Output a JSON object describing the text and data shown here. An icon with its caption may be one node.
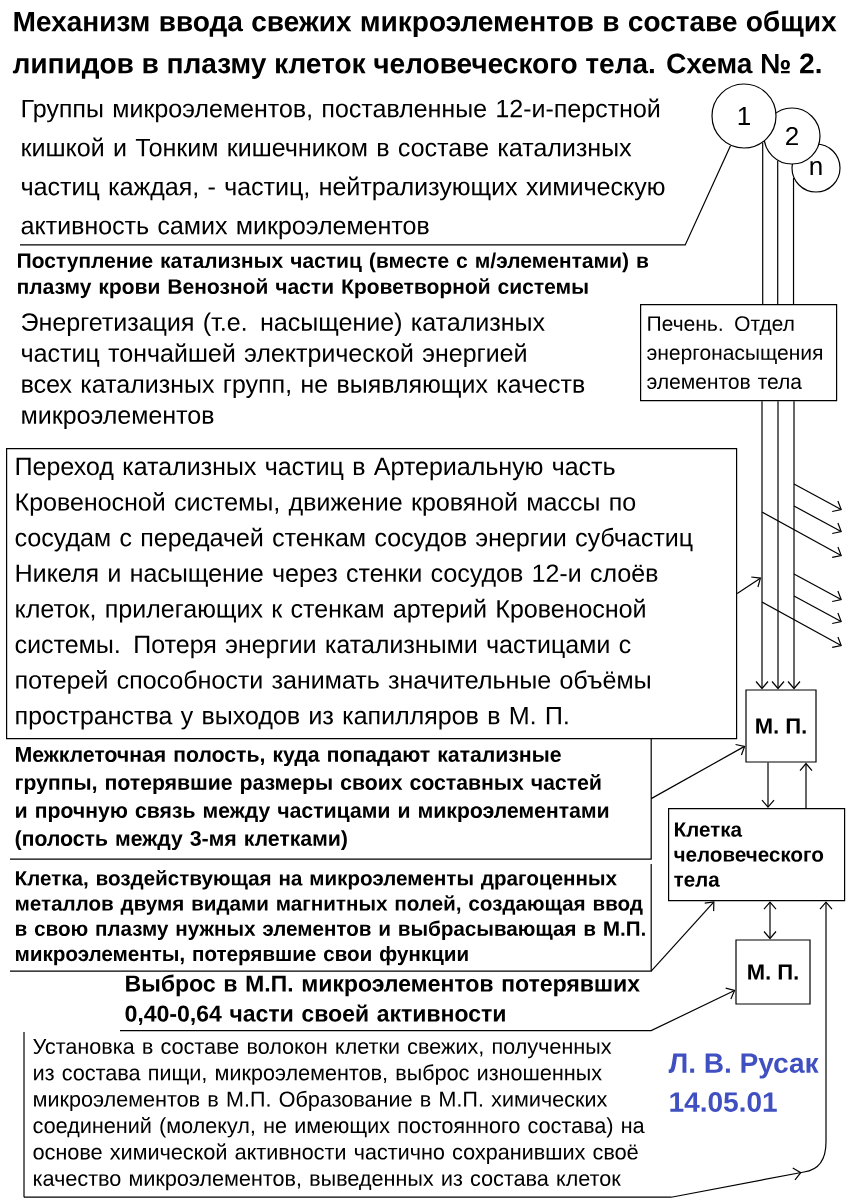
{
  "diagram": {
    "title": "Механизм ввода свежих микроэлементов в составе общих липидов в плазму клеток человеческого тела. Схема № 2.",
    "nodes": [
      {
        "text": [
          "Группы микроэлементов, поставленные 12-и-перстной кишкой и Тонким кишечником в составе катализных частиц каждая, - частиц, нейтрализующих химическую активность самих микроэлементов"
        ]
      },
      {
        "text": [
          "1"
        ]
      },
      {
        "text": [
          "2"
        ]
      },
      {
        "text": [
          "n"
        ]
      },
      {
        "text": [
          "Печень. Отдел энергонасыщения элементов тела"
        ]
      },
      {
        "text": [
          "Переход катализных частиц в Артериальную часть Кровеносной системы, движение кровяной массы по сосудам с передачей стенкам сосудов энергии субчастиц Никеля и насыщение через стенки сосудов 12-и слоёв клеток, прилегающих к стенкам артерий Кровеносной системы. Потеря энергии катализными частицами с потерей способности занимать значительные объёмы пространства у выходов из капилляров в М. П."
        ]
      },
      {
        "text": [
          "М. П."
        ]
      },
      {
        "text": [
          "Межклеточная полость, куда попадают катализные группы, потерявшие размеры своих составных частей и прочную связь между частицами и микроэлементами (полость между 3-мя клетками)"
        ]
      },
      {
        "text": [
          "Клетка человеческого тела"
        ]
      },
      {
        "text": [
          "Клетка, воздействующая на микроэлементы драгоценных металлов двумя видами магнитных полей, создающая ввод в свою плазму нужных элементов и выбрасывающая в М.П. микроэлементы, потерявшие свои функции"
        ]
      },
      {
        "text": [
          "М. П."
        ]
      },
      {
        "text": [
          "Выброс в М.П. микроэлементов потерявших 0,40-0,64 части своей активности"
        ]
      },
      {
        "text": [
          "Установка в составе волокон клетки свежих, полученных из состава пищи, микроэлементов, выброс изношенных микроэлементов в М.П. Образование в М.П. химических соединений (молекул, не имеющих постоянного состава) на основе химической активности частично сохранивших своё качество микроэлементов, выведенных из состава клеток"
        ]
      }
    ],
    "edges": [
      {
        "from": 0,
        "to": 1,
        "arrow": "none"
      },
      {
        "from": 1,
        "to": 4,
        "arrow": "none"
      },
      {
        "from": 2,
        "to": 4,
        "arrow": "none"
      },
      {
        "from": 3,
        "to": 4,
        "arrow": "none"
      },
      {
        "from": 4,
        "to": 6,
        "arrow": "to"
      },
      {
        "from": 4,
        "to": 6,
        "arrow": "to"
      },
      {
        "from": 4,
        "to": 6,
        "arrow": "to"
      },
      {
        "from": 5,
        "to": null,
        "arrow": "to"
      },
      {
        "from": 7,
        "to": 6,
        "arrow": "to"
      },
      {
        "from": 6,
        "to": 8,
        "arrow": "to"
      },
      {
        "from": 8,
        "to": 6,
        "arrow": "to"
      },
      {
        "from": 9,
        "to": 8,
        "arrow": "to"
      },
      {
        "from": 8,
        "to": 10,
        "arrow": "both"
      },
      {
        "from": 11,
        "to": 10,
        "arrow": "to"
      },
      {
        "from": 12,
        "to": 8,
        "arrow": "to"
      }
    ],
    "labels": [
      "Поступление катализных частиц (вместе с м/элементами) в плазму крови Венозной части Кроветворной системы",
      "Энергетизация (т.е. насыщение) катализных частиц тончайшей электрической энергией всех катализных групп, не выявляющих качеств микроэлементов",
      "Л. В. Русак",
      "14.05.01"
    ]
  }
}
